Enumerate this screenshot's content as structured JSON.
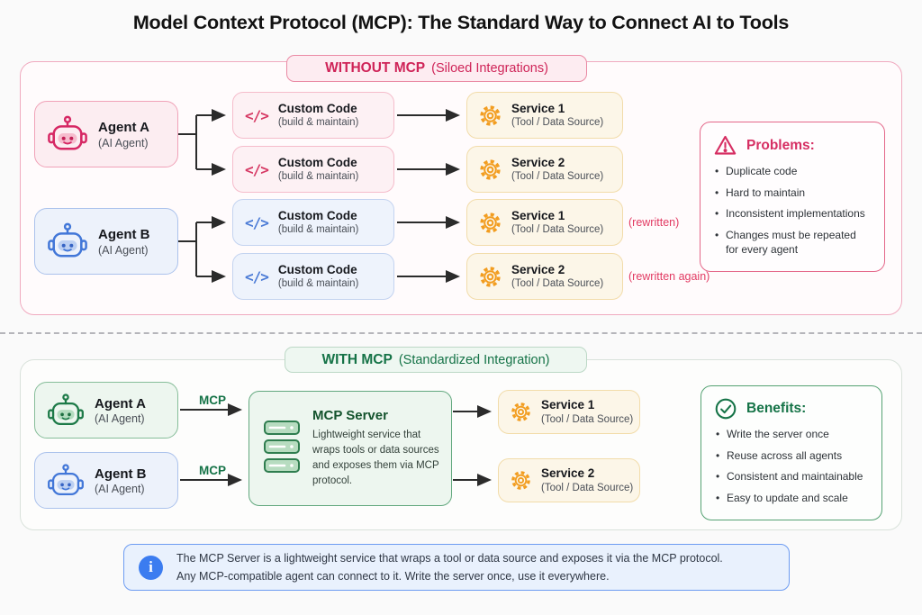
{
  "title": "Model Context Protocol (MCP): The Standard Way to Connect AI to Tools",
  "icons": {
    "code": "</>",
    "info": "i"
  },
  "colors": {
    "crimson": "#d6336c",
    "pink_bg": "#fcedf1",
    "blue": "#4277d8",
    "blue_bg": "#edf2fb",
    "green": "#157347",
    "green_bg": "#edf6ef",
    "orange": "#f29d20",
    "cream_bg": "#fcf6e8",
    "info_blue": "#3b7cf0",
    "note_red": "#e23a62"
  },
  "without": {
    "label": {
      "main": "WITHOUT MCP",
      "sub": "(Siloed Integrations)"
    },
    "agent_a": {
      "name": "Agent A",
      "role": "(AI Agent)"
    },
    "agent_b": {
      "name": "Agent B",
      "role": "(AI Agent)"
    },
    "custom_code": {
      "title": "Custom Code",
      "sub": "(build & maintain)"
    },
    "services": [
      {
        "name": "Service 1",
        "sub": "(Tool / Data Source)",
        "note": ""
      },
      {
        "name": "Service 2",
        "sub": "(Tool / Data Source)",
        "note": ""
      },
      {
        "name": "Service 1",
        "sub": "(Tool / Data Source)",
        "note": "(rewritten)"
      },
      {
        "name": "Service 2",
        "sub": "(Tool / Data Source)",
        "note": "(rewritten again)"
      }
    ],
    "problems": {
      "heading": "Problems:",
      "items": [
        "Duplicate code",
        "Hard to maintain",
        "Inconsistent implementations",
        "Changes must be repeated for every agent"
      ]
    }
  },
  "with_mcp": {
    "label": {
      "main": "WITH MCP",
      "sub": "(Standardized Integration)"
    },
    "agent_a": {
      "name": "Agent A",
      "role": "(AI Agent)"
    },
    "agent_b": {
      "name": "Agent B",
      "role": "(AI Agent)"
    },
    "mcp_label": "MCP",
    "server": {
      "title": "MCP Server",
      "desc": "Lightweight service that wraps tools or data sources and exposes them via MCP protocol."
    },
    "services": [
      {
        "name": "Service 1",
        "sub": "(Tool / Data Source)"
      },
      {
        "name": "Service 2",
        "sub": "(Tool / Data Source)"
      }
    ],
    "benefits": {
      "heading": "Benefits:",
      "items": [
        "Write the server once",
        "Reuse across all agents",
        "Consistent and maintainable",
        "Easy to update and scale"
      ]
    }
  },
  "infobar": {
    "line1": "The MCP Server is a lightweight service that wraps a tool or data source and exposes it via the MCP protocol.",
    "line2": "Any MCP-compatible agent can connect to it. Write the server once, use it everywhere."
  }
}
